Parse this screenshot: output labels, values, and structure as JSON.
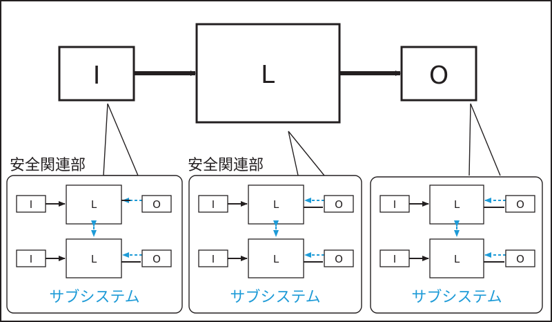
{
  "main": {
    "input_label": "I",
    "logic_label": "L",
    "output_label": "O"
  },
  "subsystems": [
    {
      "safety_label": "安全関連部",
      "caption": "サブシステム",
      "channels": [
        {
          "input": "I",
          "logic": "L",
          "output": "O"
        },
        {
          "input": "I",
          "logic": "L",
          "output": "O"
        }
      ]
    },
    {
      "safety_label": "安全関連部",
      "caption": "サブシステム",
      "channels": [
        {
          "input": "I",
          "logic": "L",
          "output": "O"
        },
        {
          "input": "I",
          "logic": "L",
          "output": "O"
        }
      ]
    },
    {
      "safety_label": "",
      "caption": "サブシステム",
      "channels": [
        {
          "input": "I",
          "logic": "L",
          "output": "O"
        },
        {
          "input": "I",
          "logic": "L",
          "output": "O"
        }
      ]
    }
  ],
  "colors": {
    "line": "#231f20",
    "accent": "#1e9bd7",
    "background": "#ffffff"
  }
}
